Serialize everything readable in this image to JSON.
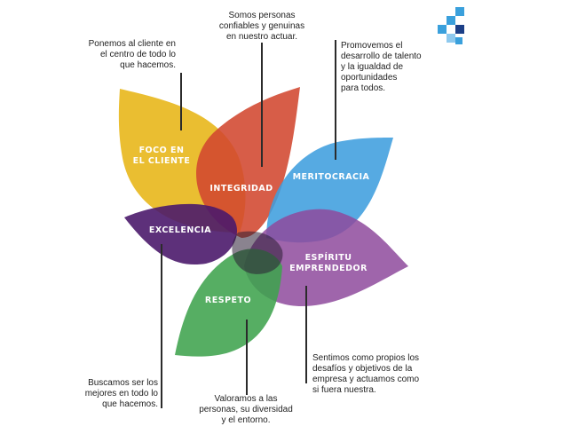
{
  "petals": [
    {
      "id": "foco",
      "label": "FOCO EN\nEL CLIENTE",
      "color": "#e8b81f"
    },
    {
      "id": "integridad",
      "label": "INTEGRIDAD",
      "color": "#d2472f"
    },
    {
      "id": "meritocracia",
      "label": "MERITOCRACIA",
      "color": "#3f9ede"
    },
    {
      "id": "emprendedor",
      "label": "ESPÍRITU\nEMPRENDEDOR",
      "color": "#8e4a9c"
    },
    {
      "id": "respeto",
      "label": "RESPETO",
      "color": "#3fa34d"
    },
    {
      "id": "excelencia",
      "label": "EXCELENCIA",
      "color": "#4b1a6b"
    }
  ],
  "notes": {
    "foco": "Ponemos al cliente en\nel centro de todo lo\nque hacemos.",
    "integridad": "Somos personas\nconfiables y genuinas\nen nuestro actuar.",
    "meritocracia": "Promovemos el\ndesarrollo de talento\ny la igualdad de\noportunidades\npara todos.",
    "excelencia": "Buscamos ser los\nmejores en todo lo\nque hacemos.",
    "respeto": "Valoramos a las\npersonas, su diversidad\ny el entorno.",
    "emprendedor": "Sentimos como propios los\ndesafíos y objetivos de la\nempresa y actuamos como\nsi fuera nuestra."
  },
  "logo": {
    "colors": [
      "#3aa0dc",
      "#1c3f87",
      "#8ec9ee"
    ]
  }
}
